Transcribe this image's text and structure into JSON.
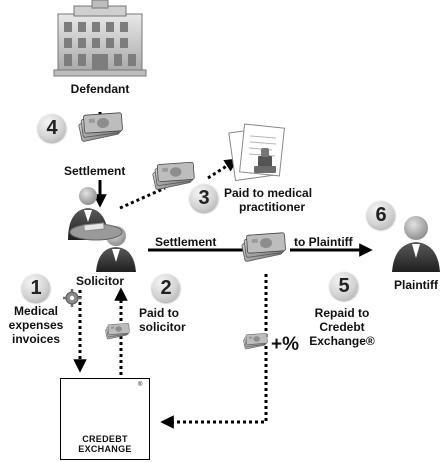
{
  "nodes": {
    "defendant": "Defendant",
    "solicitor": "Solicitor",
    "plaintiff": "Plaintiff"
  },
  "steps": [
    {
      "number": "1",
      "lines": [
        "Medical",
        "expenses",
        "invoices"
      ]
    },
    {
      "number": "2",
      "lines": [
        "Paid to",
        "solicitor"
      ]
    },
    {
      "number": "3",
      "lines": [
        "Paid to medical",
        "practitioner"
      ]
    },
    {
      "number": "4",
      "lines": [
        "Settlement"
      ]
    },
    {
      "number": "5",
      "lines": [
        "Repaid to",
        "Credebt",
        "Exchange®"
      ]
    },
    {
      "number": "6",
      "lines": []
    }
  ],
  "flow_labels": {
    "settlement": "Settlement",
    "to_plaintiff": "to Plaintiff",
    "percent": "+%"
  },
  "logo": {
    "line1": "CREDEBT",
    "line2": "EXCHANGE",
    "trademark": "®"
  },
  "icons": [
    "building-icon",
    "money-stack-icon",
    "medical-documents-icon",
    "businessman-icon",
    "credebt-griffin-logo",
    "gear-icon"
  ]
}
